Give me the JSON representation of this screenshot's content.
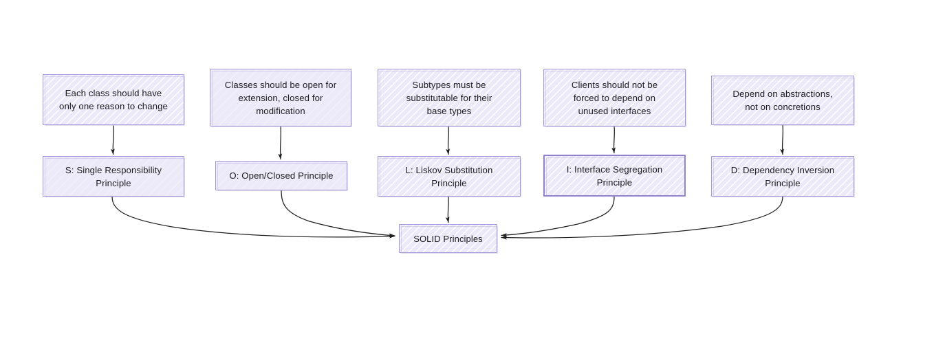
{
  "diagram": {
    "title": "SOLID Principles",
    "type": "flowchart",
    "style": "hand-drawn-excalidraw",
    "background_color": "#ffffff",
    "node_fill": "#ece9f8",
    "node_stroke": "#a697d6",
    "edge_color": "#1e1e1e",
    "text_color": "#1c1c21"
  },
  "center": {
    "label": "SOLID Principles"
  },
  "columns": [
    {
      "id": "s",
      "description": "Each class should have\nonly one reason to change",
      "principle": "S: Single Responsibility\nPrinciple"
    },
    {
      "id": "o",
      "description": "Classes should be open for\nextension, closed for\nmodification",
      "principle": "O: Open/Closed Principle"
    },
    {
      "id": "l",
      "description": "Subtypes must be\nsubstitutable for their\nbase types",
      "principle": "L: Liskov Substitution\nPrinciple"
    },
    {
      "id": "i",
      "description": "Clients should not be\nforced to depend on\nunused interfaces",
      "principle": "I: Interface Segregation\nPrinciple"
    },
    {
      "id": "d",
      "description": "Depend on abstractions,\nnot on concretions",
      "principle": "D: Dependency Inversion\nPrinciple"
    }
  ]
}
